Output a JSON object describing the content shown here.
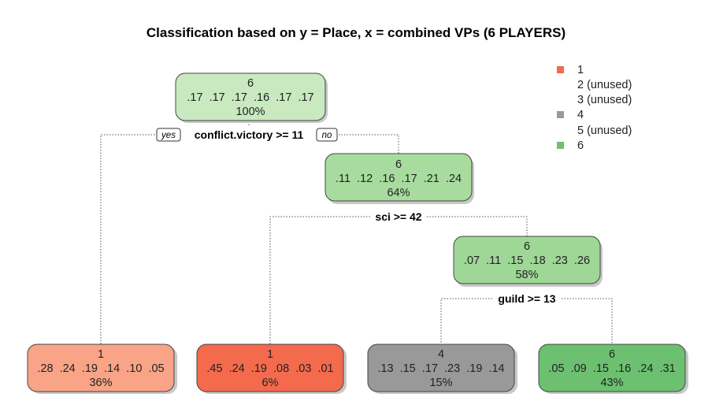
{
  "title": "Classification based on y = Place, x = combined VPs (6 PLAYERS)",
  "split_labels": {
    "yes": "yes",
    "no": "no"
  },
  "legend": [
    {
      "label": "1",
      "color": "#f26a4f"
    },
    {
      "label": "2 (unused)",
      "color": null
    },
    {
      "label": "3 (unused)",
      "color": null
    },
    {
      "label": "4",
      "color": "#999999"
    },
    {
      "label": "5 (unused)",
      "color": null
    },
    {
      "label": "6",
      "color": "#6cc070"
    }
  ],
  "nodes": [
    {
      "id": "root",
      "class": "6",
      "probs": ".17  .17  .17  .16  .17  .17",
      "pct": "100%",
      "color": "#c9e9c1",
      "split": "conflict.victory >= 11"
    },
    {
      "id": "n2",
      "class": "6",
      "probs": ".11  .12  .16  .17  .21  .24",
      "pct": "64%",
      "color": "#a8dc9f",
      "split": "sci >= 42"
    },
    {
      "id": "n3",
      "class": "6",
      "probs": ".07  .11  .15  .18  .23  .26",
      "pct": "58%",
      "color": "#9ed796",
      "split": "guild >= 13"
    },
    {
      "id": "leaf1",
      "class": "1",
      "probs": ".28  .24  .19  .14  .10  .05",
      "pct": "36%",
      "color": "#f9a487",
      "split": null
    },
    {
      "id": "leaf2",
      "class": "1",
      "probs": ".45  .24  .19  .08  .03  .01",
      "pct": "6%",
      "color": "#f46a4c",
      "split": null
    },
    {
      "id": "leaf3",
      "class": "4",
      "probs": ".13  .15  .17  .23  .19  .14",
      "pct": "15%",
      "color": "#999999",
      "split": null
    },
    {
      "id": "leaf4",
      "class": "6",
      "probs": ".05  .09  .15  .16  .24  .31",
      "pct": "43%",
      "color": "#6cc070",
      "split": null
    }
  ]
}
